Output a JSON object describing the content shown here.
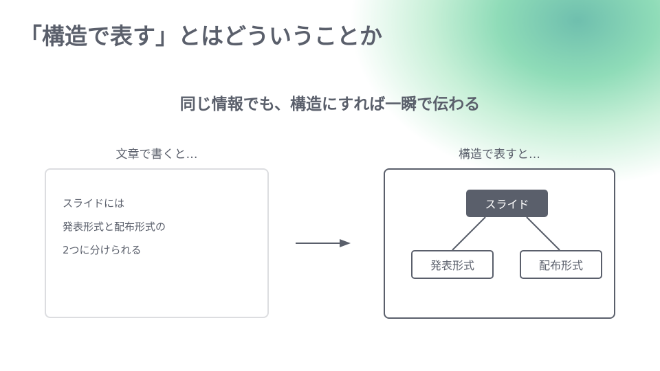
{
  "title": "「構造で表す」とはどういうことか",
  "subtitle": "同じ情報でも、構造にすれば一瞬で伝わる",
  "left": {
    "caption": "文章で書くと…",
    "lines": [
      "スライドには",
      "発表形式と配布形式の",
      "2つに分けられる"
    ]
  },
  "right": {
    "caption": "構造で表すと…",
    "root": "スライド",
    "children": [
      "発表形式",
      "配布形式"
    ]
  }
}
